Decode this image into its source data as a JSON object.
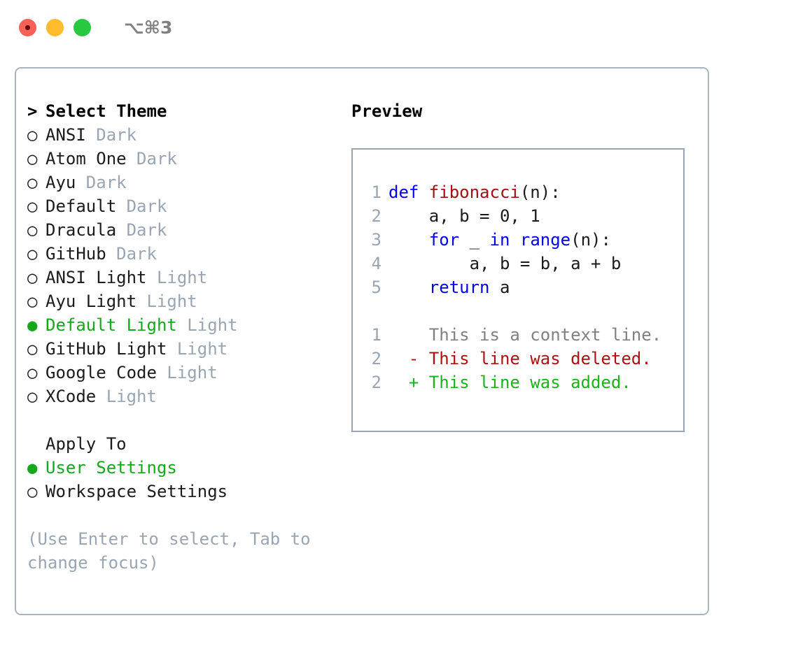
{
  "titlebar": {
    "shortcut": "⌥⌘3",
    "buttons": [
      {
        "name": "close",
        "color": "#fc5f57"
      },
      {
        "name": "minimize",
        "color": "#febc2e"
      },
      {
        "name": "maximize",
        "color": "#28c840"
      }
    ]
  },
  "colors": {
    "selected_green": "#16a81c",
    "muted_gray": "#9aa5b4",
    "keyword_blue": "#0000f0",
    "function_red": "#a01212",
    "diff_deleted": "#b01010",
    "diff_added": "#18b418",
    "border": "#aab4c0"
  },
  "theme_list": {
    "header_marker": ">",
    "header_label": "Select Theme",
    "unselected_marker": "○",
    "selected_marker": "●",
    "items": [
      {
        "label": "ANSI",
        "tag": "Dark",
        "selected": false
      },
      {
        "label": "Atom One",
        "tag": "Dark",
        "selected": false
      },
      {
        "label": "Ayu",
        "tag": "Dark",
        "selected": false
      },
      {
        "label": "Default",
        "tag": "Dark",
        "selected": false
      },
      {
        "label": "Dracula",
        "tag": "Dark",
        "selected": false
      },
      {
        "label": "GitHub",
        "tag": "Dark",
        "selected": false
      },
      {
        "label": "ANSI Light",
        "tag": "Light",
        "selected": false
      },
      {
        "label": "Ayu Light",
        "tag": "Light",
        "selected": false
      },
      {
        "label": "Default Light",
        "tag": "Light",
        "selected": true
      },
      {
        "label": "GitHub Light",
        "tag": "Light",
        "selected": false
      },
      {
        "label": "Google Code",
        "tag": "Light",
        "selected": false
      },
      {
        "label": "XCode",
        "tag": "Light",
        "selected": false
      }
    ]
  },
  "apply_to": {
    "header_label": "Apply To",
    "items": [
      {
        "label": "User Settings",
        "selected": true
      },
      {
        "label": "Workspace Settings",
        "selected": false
      }
    ]
  },
  "hint": "(Use Enter to select, Tab to change focus)",
  "preview": {
    "title": "Preview",
    "code_lines": [
      {
        "num": "1",
        "tokens": [
          {
            "t": "def ",
            "c": "kw"
          },
          {
            "t": "fibonacci",
            "c": "fn"
          },
          {
            "t": "(n):",
            "c": "pl"
          }
        ]
      },
      {
        "num": "2",
        "tokens": [
          {
            "t": "    a, b = 0, 1",
            "c": "pl"
          }
        ]
      },
      {
        "num": "3",
        "tokens": [
          {
            "t": "    ",
            "c": "pl"
          },
          {
            "t": "for",
            "c": "kw"
          },
          {
            "t": " _ ",
            "c": "pl"
          },
          {
            "t": "in",
            "c": "kw"
          },
          {
            "t": " ",
            "c": "pl"
          },
          {
            "t": "range",
            "c": "kw"
          },
          {
            "t": "(n):",
            "c": "pl"
          }
        ]
      },
      {
        "num": "4",
        "tokens": [
          {
            "t": "        a, b = b, a + b",
            "c": "pl"
          }
        ]
      },
      {
        "num": "5",
        "tokens": [
          {
            "t": "    ",
            "c": "pl"
          },
          {
            "t": "return",
            "c": "kw"
          },
          {
            "t": " a",
            "c": "pl"
          }
        ]
      }
    ],
    "diff_lines": [
      {
        "num": "1",
        "marker": " ",
        "text": "This is a context line.",
        "kind": "ctx"
      },
      {
        "num": "2",
        "marker": "-",
        "text": "This line was deleted.",
        "kind": "del"
      },
      {
        "num": "2",
        "marker": "+",
        "text": "This line was added.",
        "kind": "add"
      }
    ]
  }
}
